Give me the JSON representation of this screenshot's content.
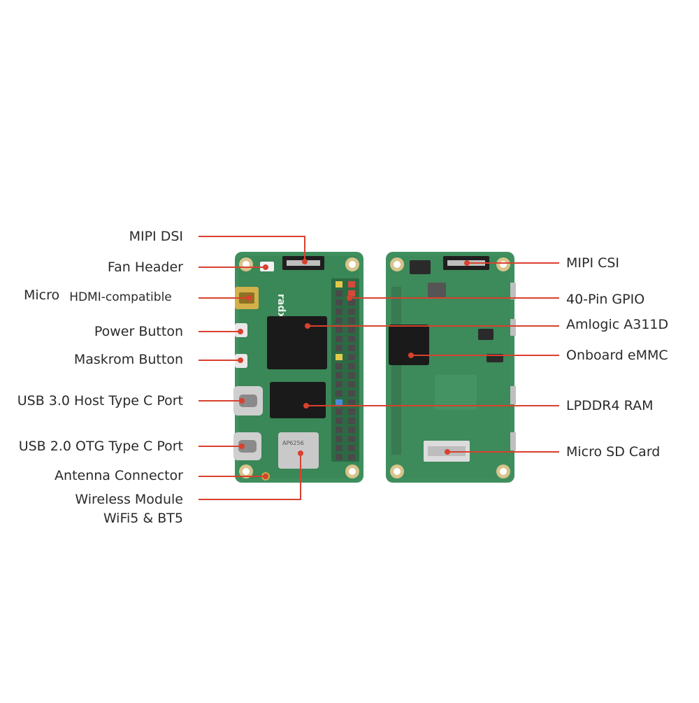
{
  "colors": {
    "callout_line": "#d9412e",
    "board_green": "#3f8f5e",
    "board_green_dark": "#2f7249",
    "chip_black": "#1a1a1a",
    "pad_gold": "#d8c48c",
    "label_text": "#2a2a2a"
  },
  "labels_left": [
    {
      "id": "mipi-dsi",
      "text": "MIPI DSI"
    },
    {
      "id": "fan-header",
      "text": "Fan Header"
    },
    {
      "id": "micro-hdmi",
      "text": "Micro",
      "text2": "HDMI-compatible"
    },
    {
      "id": "power-button",
      "text": "Power Button"
    },
    {
      "id": "maskrom-button",
      "text": "Maskrom Button"
    },
    {
      "id": "usb3-host",
      "text": "USB 3.0 Host Type C Port"
    },
    {
      "id": "usb2-otg",
      "text": "USB 2.0 OTG Type C Port"
    },
    {
      "id": "antenna-connector",
      "text": "Antenna Connector"
    },
    {
      "id": "wireless-module",
      "text": "Wireless Module",
      "text2": "WiFi5 & BT5"
    }
  ],
  "labels_right": [
    {
      "id": "mipi-csi",
      "text": "MIPI CSI"
    },
    {
      "id": "gpio-40",
      "text": "40-Pin GPIO"
    },
    {
      "id": "soc",
      "text": "Amlogic A311D"
    },
    {
      "id": "emmc",
      "text": "Onboard eMMC"
    },
    {
      "id": "lpddr4",
      "text": "LPDDR4 RAM"
    },
    {
      "id": "micro-sd",
      "text": "Micro SD Card"
    }
  ],
  "board": {
    "brand_text": "radxa",
    "wifi_chip_text": "AP6256"
  }
}
